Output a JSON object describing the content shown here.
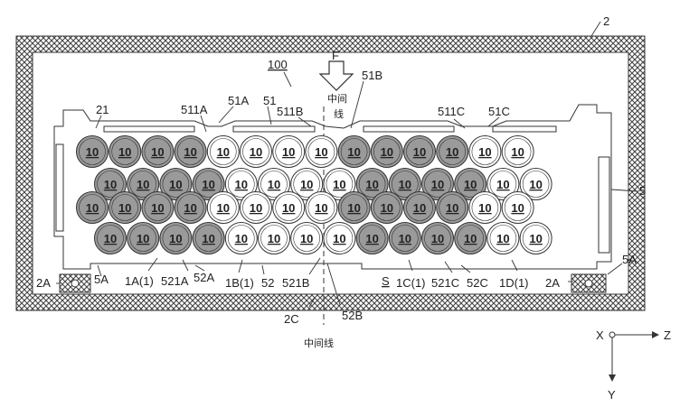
{
  "figure": {
    "colors": {
      "line": "#333333",
      "shaded_cell": "#9a9a9a",
      "plain_cell": "#ffffff",
      "hatch": "#444444"
    },
    "cell_label": "10",
    "cells": {
      "row_counts": [
        14,
        14,
        14,
        14
      ],
      "shaded_pattern": [
        "11110000111100",
        "11110000111100",
        "11110000111100",
        "11110000111100"
      ]
    },
    "labels": {
      "outer_case": "2",
      "battery_module": "100",
      "force": "F",
      "center_top": "中间",
      "center_top2": "线",
      "center_bottom": "中间线",
      "holder_top_left": "21",
      "l_51b": "51B",
      "l_511a": "511A",
      "l_51a": "51A",
      "l_51": "51",
      "l_511b": "511B",
      "l_511c": "511C",
      "l_51c": "51C",
      "l_5": "5",
      "l_5a_left": "5A",
      "l_5a_right": "5A",
      "l_2a_left": "2A",
      "l_2a_right": "2A",
      "l_1a1": "1A(1)",
      "l_521a": "521A",
      "l_52a": "52A",
      "l_1b1": "1B(1)",
      "l_52": "52",
      "l_521b": "521B",
      "l_s": "S",
      "l_1c1": "1C(1)",
      "l_521c": "521C",
      "l_52c": "52C",
      "l_1d1": "1D(1)",
      "l_2c": "2C",
      "l_52b": "52B"
    },
    "axes": {
      "x": "X",
      "z": "Z",
      "y": "Y"
    }
  }
}
